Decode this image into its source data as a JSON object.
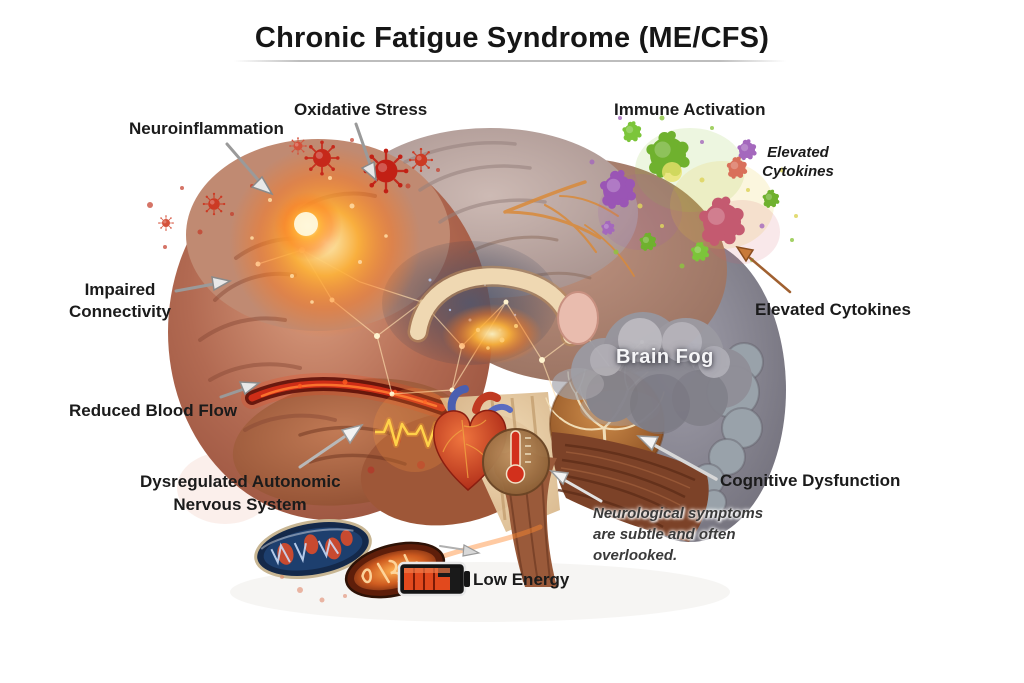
{
  "title": "Chronic Fatigue Syndrome (ME/CFS)",
  "labels": {
    "neuroinflammation": "Neuroinflammation",
    "oxidative_stress": "Oxidative Stress",
    "immune_activation": "Immune Activation",
    "elevated_cytokines_small": [
      "Elevated",
      "Cytokines"
    ],
    "impaired_connectivity": [
      "Impaired",
      "Connectivity"
    ],
    "elevated_cytokines": "Elevated Cytokines",
    "brain_fog": "Brain Fog",
    "reduced_blood_flow": "Reduced Blood Flow",
    "dysregulated_ans": [
      "Dysregulated Autonomic",
      "Nervous System"
    ],
    "cognitive_dysfunction": "Cognitive Dysfunction",
    "neurological_note": [
      "Neurological symptoms",
      "are subtle and often",
      "overlooked."
    ],
    "low_energy": "Low Energy"
  },
  "icons": [
    "brain-illustration",
    "virus-particle-icon",
    "immune-cell-icon",
    "neuroinflammation-glow-icon",
    "neural-network-sparks-icon",
    "reduced-blood-flow-streak-icon",
    "brain-fog-cloud-icon",
    "cerebellum-icon",
    "heart-icon",
    "ecg-waveform-icon",
    "thermometer-icon",
    "mitochondria-icon",
    "battery-low-icon",
    "callout-arrow-icon"
  ],
  "colors": {
    "background": "#ffffff",
    "label_text": "#1b1b1b",
    "brain_front": "#b26a52",
    "brain_top": "#b3a09c",
    "brain_rear": "#7d7b85",
    "inflammation_glow": "#ff9a2e",
    "virus_red": "#c6281a",
    "cell_green": "#6fb12e",
    "cell_purple": "#9a55b5",
    "cell_pink": "#d15f6d",
    "cloud_gray": "#9b9aa2",
    "cerebellum_orange": "#b06a33",
    "heart_red": "#c23520",
    "ecg_yellow": "#ffd24a",
    "battery_fill": "#e2491d",
    "arrow_gray": "#9a9a9a"
  }
}
